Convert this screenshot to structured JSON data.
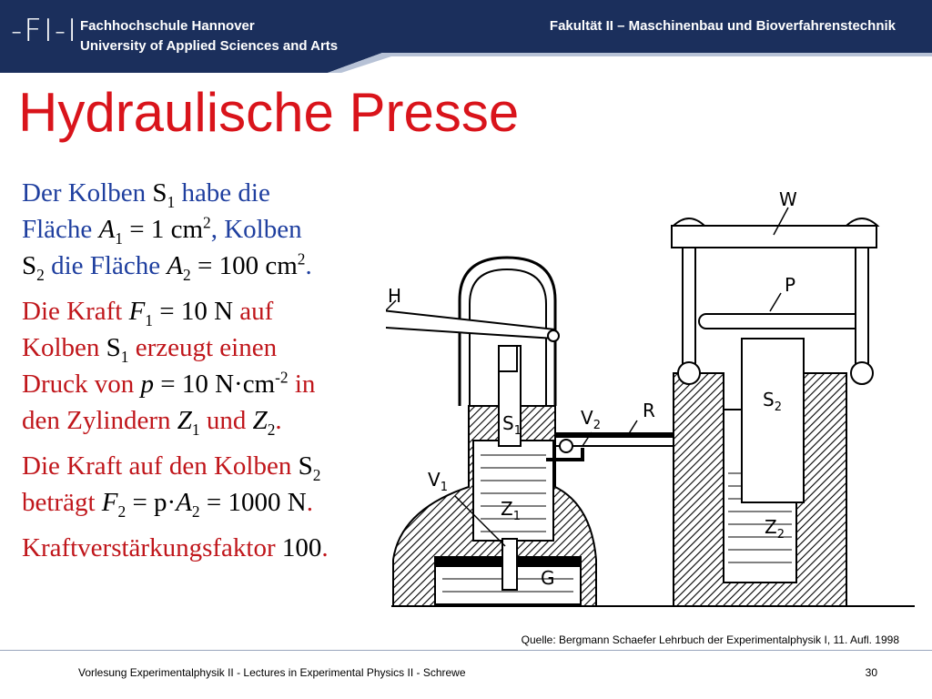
{
  "header": {
    "logo": "-FI-I",
    "institution_line1": "Fachhochschule Hannover",
    "institution_line2": "University of Applied Sciences and Arts",
    "faculty": "Fakultät II – Maschinenbau und Bioverfahrenstechnik",
    "colors": {
      "navy": "#1b2f5c",
      "light": "#b7c2d6"
    }
  },
  "title": "Hydraulische Presse",
  "text": {
    "p1": {
      "t1": "Der Kolben ",
      "t2": "S",
      "t3": "1",
      "t4": " habe die",
      "t5": "Fläche ",
      "t6": "A",
      "t7": "1",
      "t8": " = 1 cm",
      "t9": "2",
      "t10": ", Kolben",
      "t11": "S",
      "t12": "2",
      "t13": " die Fläche ",
      "t14": "A",
      "t15": "2",
      "t16": " = 100 cm",
      "t17": "2",
      "t18": "."
    },
    "p2": {
      "t1": "Die Kraft ",
      "t2": "F",
      "t3": "1",
      "t4": " = 10 N",
      "t5": " auf",
      "t6": "Kolben ",
      "t7": "S",
      "t8": "1",
      "t9": " erzeugt einen",
      "t10": "Druck von ",
      "t11": "p",
      "t12": " = 10 N·cm",
      "t13": "-2",
      "t14": " in",
      "t15": "den Zylindern ",
      "t16": "Z",
      "t17": "1",
      "t18": " und ",
      "t19": "Z",
      "t20": "2",
      "t21": "."
    },
    "p3": {
      "t1": "Die Kraft auf den Kolben ",
      "t2": "S",
      "t3": "2",
      "t4": "beträgt ",
      "t5": "F",
      "t6": "2",
      "t7": " = p·",
      "t8": "A",
      "t9": "2",
      "t10": " = 1000 N",
      "t11": "."
    },
    "p4": {
      "t1": "Kraftverstärkungsfaktor ",
      "t2": "100",
      "t3": "."
    }
  },
  "figure": {
    "labels": {
      "W": "W",
      "P": "P",
      "H": "H",
      "S1": "S",
      "S1sub": "1",
      "S2": "S",
      "S2sub": "2",
      "V1": "V",
      "V1sub": "1",
      "V2": "V",
      "V2sub": "2",
      "R": "R",
      "Z1": "Z",
      "Z1sub": "1",
      "Z2": "Z",
      "Z2sub": "2",
      "G": "G"
    }
  },
  "source": "Quelle: Bergmann Schaefer Lehrbuch der Experimentalphysik I, 11. Aufl. 1998",
  "footer": {
    "lecture": "Vorlesung Experimentalphysik II - Lectures in Experimental Physics II - Schrewe",
    "page": "30"
  }
}
